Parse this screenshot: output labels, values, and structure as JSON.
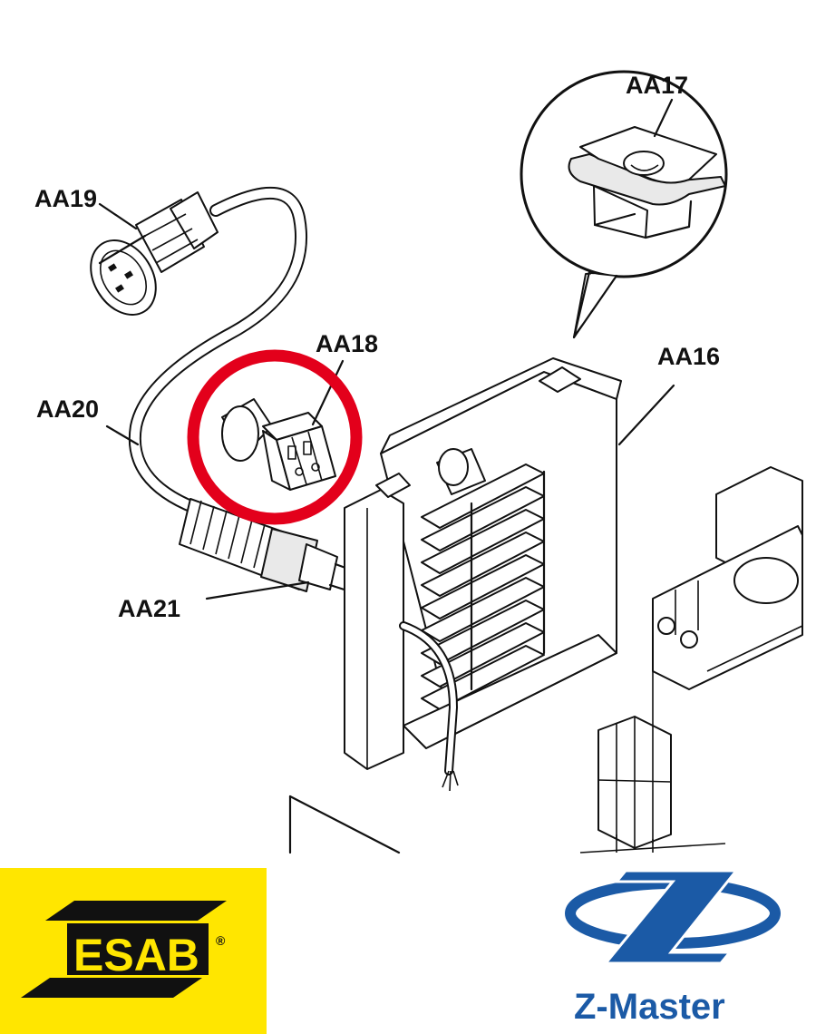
{
  "labels": {
    "aa16": "AA16",
    "aa17": "AA17",
    "aa18": "AA18",
    "aa19": "AA19",
    "aa20": "AA20",
    "aa21": "AA21"
  },
  "logos": {
    "esab": {
      "text": "ESAB",
      "registered": "®",
      "background": "#FFE600"
    },
    "zmaster": {
      "text": "Z-Master",
      "color": "#1B5AA6"
    }
  },
  "highlight": {
    "target": "AA18",
    "color": "#E3001B"
  }
}
